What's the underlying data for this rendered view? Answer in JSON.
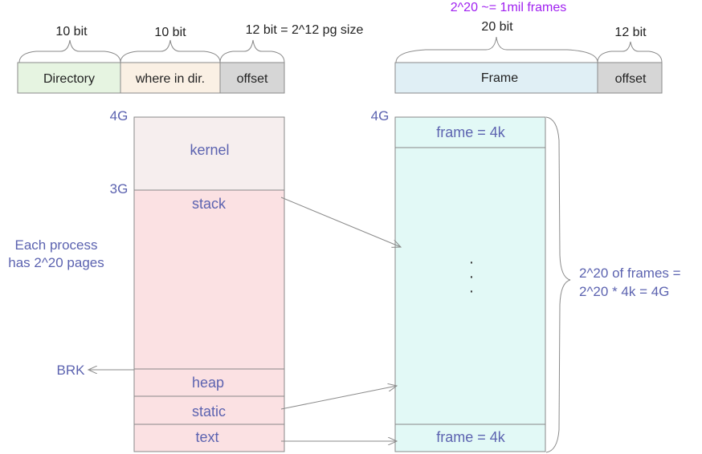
{
  "colors": {
    "label": "#5c63b0",
    "black": "#222222",
    "purple": "#a020f0",
    "directory_fill": "#e6f4e1",
    "where_fill": "#faf0e4",
    "offset_fill": "#d6d6d6",
    "frame_fill": "#e0eff5",
    "kernel_fill": "#f6eeee",
    "process_fill": "#fbe1e3",
    "physical_fill": "#e2f9f6"
  },
  "virtual_address": {
    "fields": [
      {
        "label": "Directory",
        "bits": "10 bit"
      },
      {
        "label": "where in dir.",
        "bits": "10 bit"
      },
      {
        "label": "offset",
        "bits": "12 bit = 2^12 pg size"
      }
    ]
  },
  "physical_address": {
    "note": "2^20 ~= 1mil frames",
    "fields": [
      {
        "label": "Frame",
        "bits": "20 bit"
      },
      {
        "label": "offset",
        "bits": "12 bit"
      }
    ]
  },
  "virtual_memory": {
    "top_label": "4G",
    "split_label": "3G",
    "segments": {
      "kernel": "kernel",
      "stack": "stack",
      "heap": "heap",
      "static": "static",
      "text": "text"
    },
    "brk_label": "BRK",
    "note_line1": "Each process",
    "note_line2": "has 2^20 pages"
  },
  "physical_memory": {
    "top_label": "4G",
    "top_frame": "frame = 4k",
    "bottom_frame": "frame = 4k",
    "dots": [
      "·",
      "·",
      "·"
    ],
    "note_line1": "2^20 of frames =",
    "note_line2": "2^20 * 4k = 4G"
  }
}
